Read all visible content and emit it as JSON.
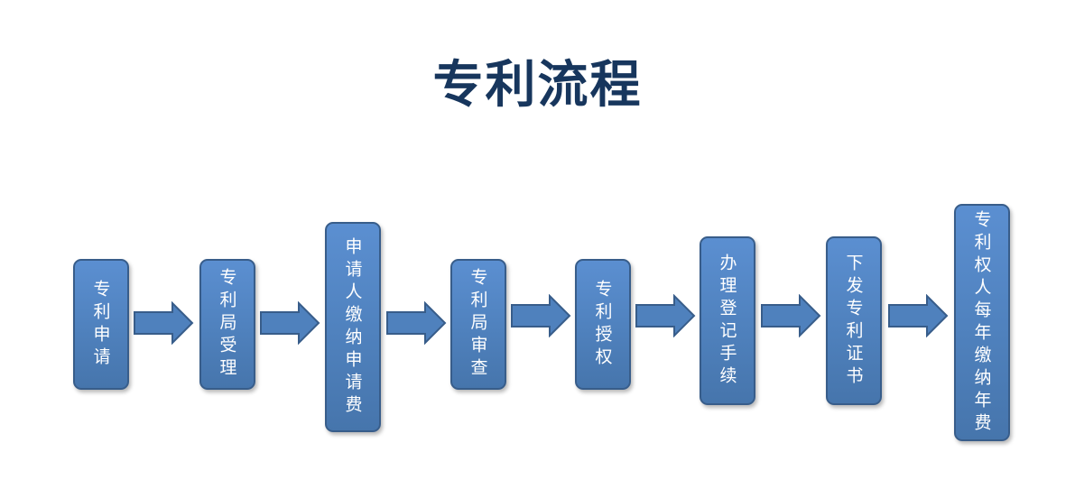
{
  "title": "专利流程",
  "colors": {
    "title": "#17365d",
    "box_fill": "#4f81bd",
    "box_border": "#385d8a",
    "arrow_fill": "#4f81bd",
    "text": "#ffffff"
  },
  "steps": [
    {
      "label": "专利申请"
    },
    {
      "label": "专利局受理"
    },
    {
      "label": "申请人缴纳申请费"
    },
    {
      "label": "专利局审查"
    },
    {
      "label": "专利授权"
    },
    {
      "label": "办理登记手续"
    },
    {
      "label": "下发专利证书"
    },
    {
      "label": "专利权人每年缴纳年费"
    }
  ],
  "connector_icon": "right-arrow-icon"
}
